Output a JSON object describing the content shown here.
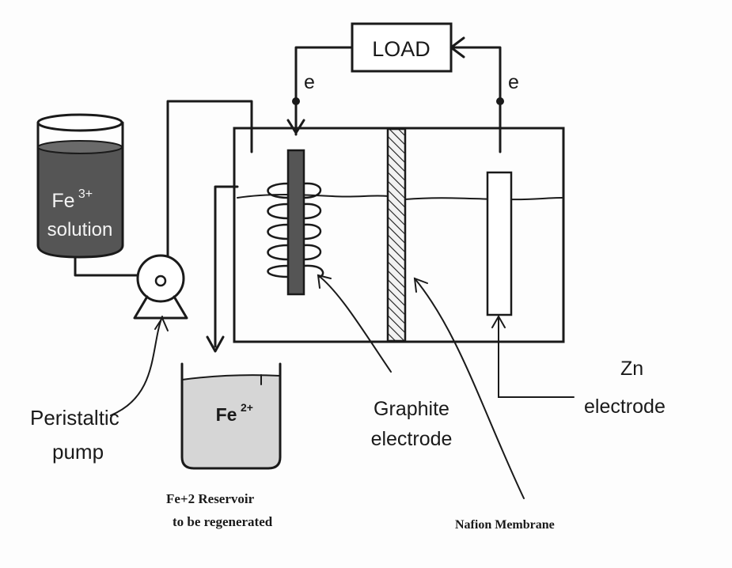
{
  "load": {
    "label": "LOAD"
  },
  "electron_left": "e",
  "electron_right": "e",
  "fe3_tank": {
    "line1": "Fe",
    "sup1": "3+",
    "line2": "solution",
    "fill": "#555555"
  },
  "fe2_tank": {
    "label": "Fe",
    "sup": "2+",
    "fill": "#d6d6d6"
  },
  "labels": {
    "peristaltic_1": "Peristaltic",
    "peristaltic_2": "pump",
    "graphite_1": "Graphite",
    "graphite_2": "electrode",
    "zn_1": "Zn",
    "zn_2": "electrode",
    "reservoir_1": "Fe+2 Reservoir",
    "reservoir_2": "to be regenerated",
    "nafion": "Nafion Membrane"
  },
  "colors": {
    "graphite_rod": "#555555",
    "ink": "#1a1a1a"
  }
}
